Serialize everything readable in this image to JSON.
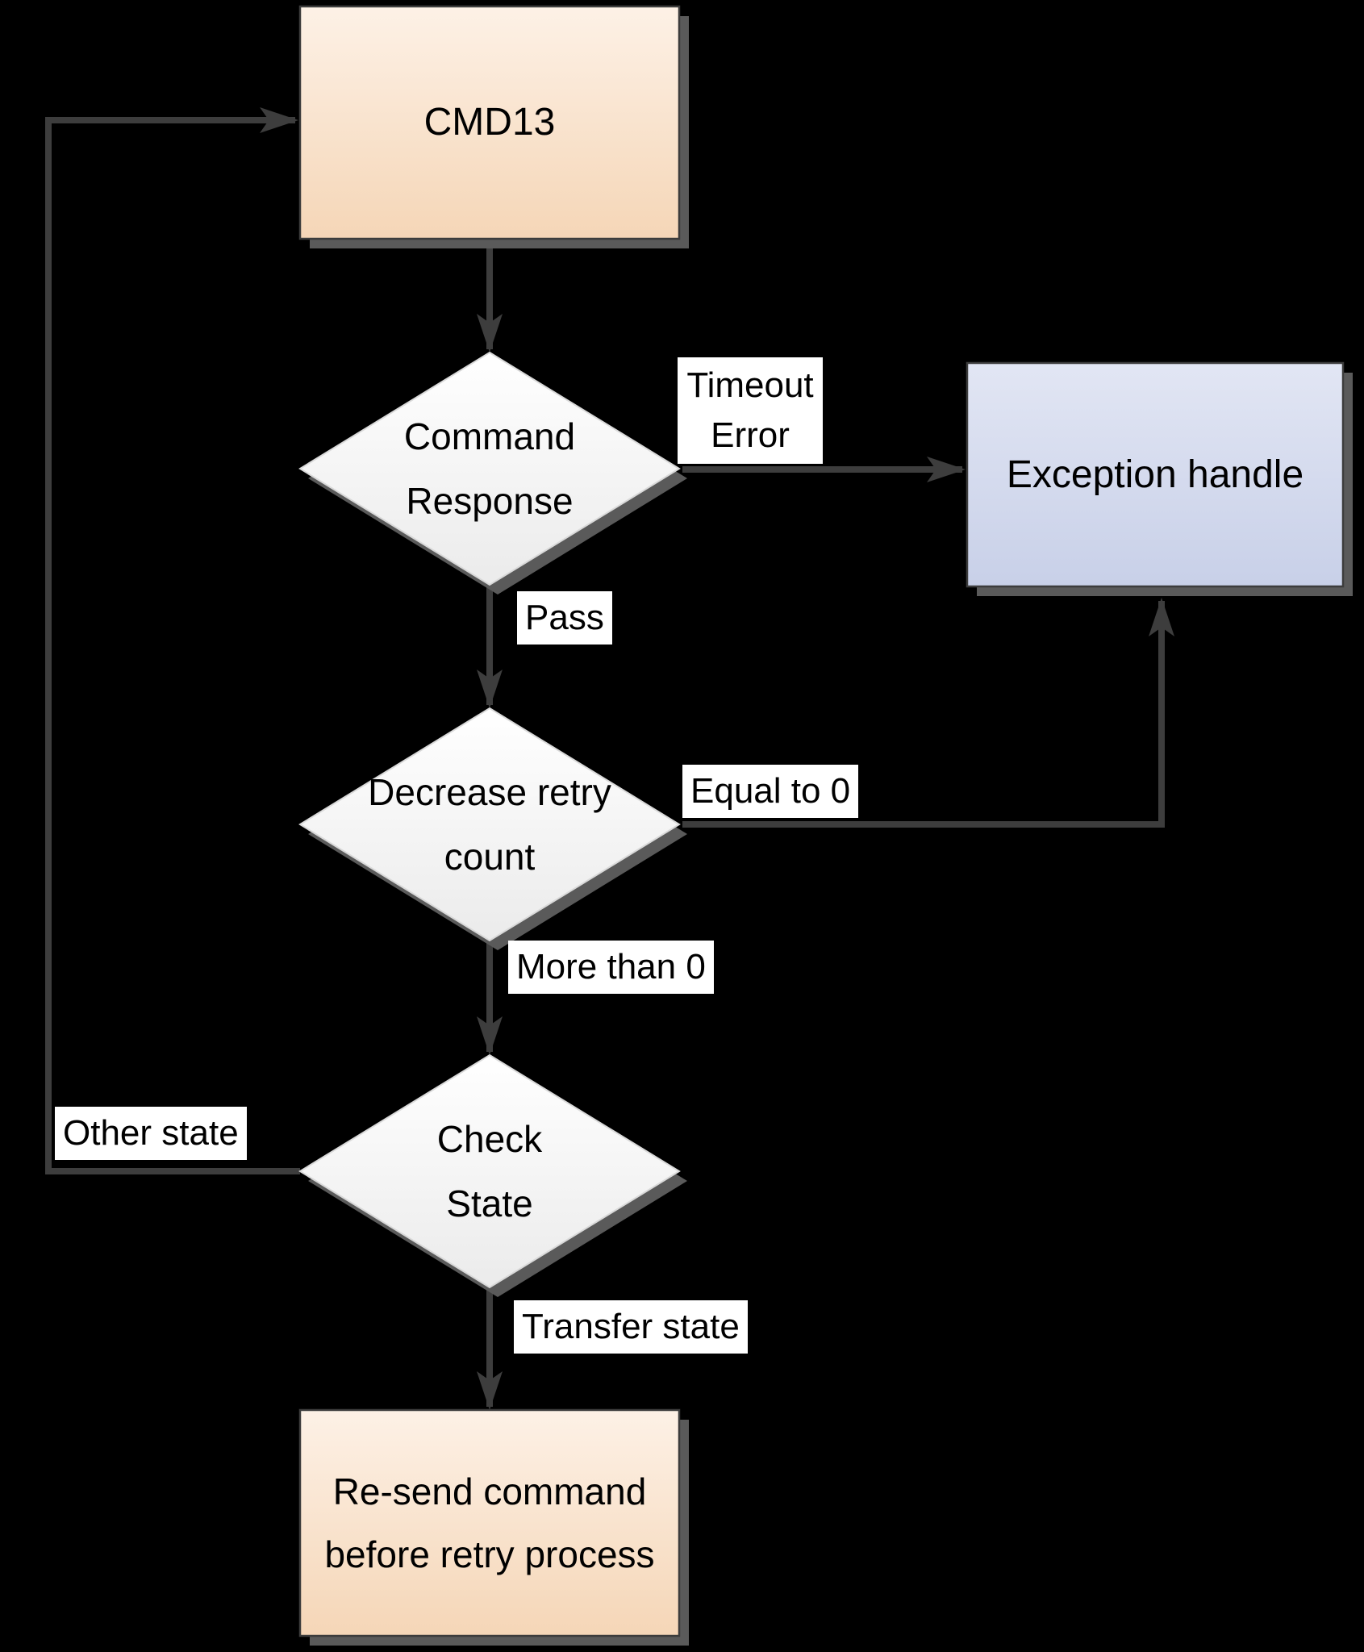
{
  "diagram": {
    "description": "CMD13 status polling retry flowchart",
    "colors": {
      "background": "#000000",
      "arrow": "#3d3d3d",
      "shadow": "#5a5a5a",
      "process_fill_top": "#fdf1e6",
      "process_fill_bottom": "#f5d6b7",
      "decision_fill_top": "#ffffff",
      "decision_fill_bottom": "#ebebeb",
      "exception_fill_top": "#e2e6f4",
      "exception_fill_bottom": "#c8d0e8",
      "edge_label_background": "#ffffff",
      "text": "#000000"
    },
    "nodes": {
      "cmd13": {
        "type": "process",
        "label": "CMD13"
      },
      "command_response": {
        "type": "decision",
        "label": "Command\nResponse"
      },
      "exception_handle": {
        "type": "process",
        "label": "Exception handle"
      },
      "decrease_retry_count": {
        "type": "decision",
        "label": "Decrease retry\ncount"
      },
      "check_state": {
        "type": "decision",
        "label": "Check\nState"
      },
      "resend_command": {
        "type": "process",
        "label": "Re-send command\nbefore retry process"
      }
    },
    "edge_labels": {
      "timeout_error": "Timeout\nError",
      "pass": "Pass",
      "equal_to_0": "Equal to 0",
      "more_than_0": "More than 0",
      "other_state": "Other state",
      "transfer_state": "Transfer state"
    },
    "edges": [
      {
        "from": "cmd13",
        "to": "command_response",
        "label": ""
      },
      {
        "from": "command_response",
        "to": "exception_handle",
        "label": "Timeout Error"
      },
      {
        "from": "command_response",
        "to": "decrease_retry_count",
        "label": "Pass"
      },
      {
        "from": "decrease_retry_count",
        "to": "exception_handle",
        "label": "Equal to 0"
      },
      {
        "from": "decrease_retry_count",
        "to": "check_state",
        "label": "More than 0"
      },
      {
        "from": "check_state",
        "to": "cmd13",
        "label": "Other state"
      },
      {
        "from": "check_state",
        "to": "resend_command",
        "label": "Transfer state"
      }
    ]
  }
}
